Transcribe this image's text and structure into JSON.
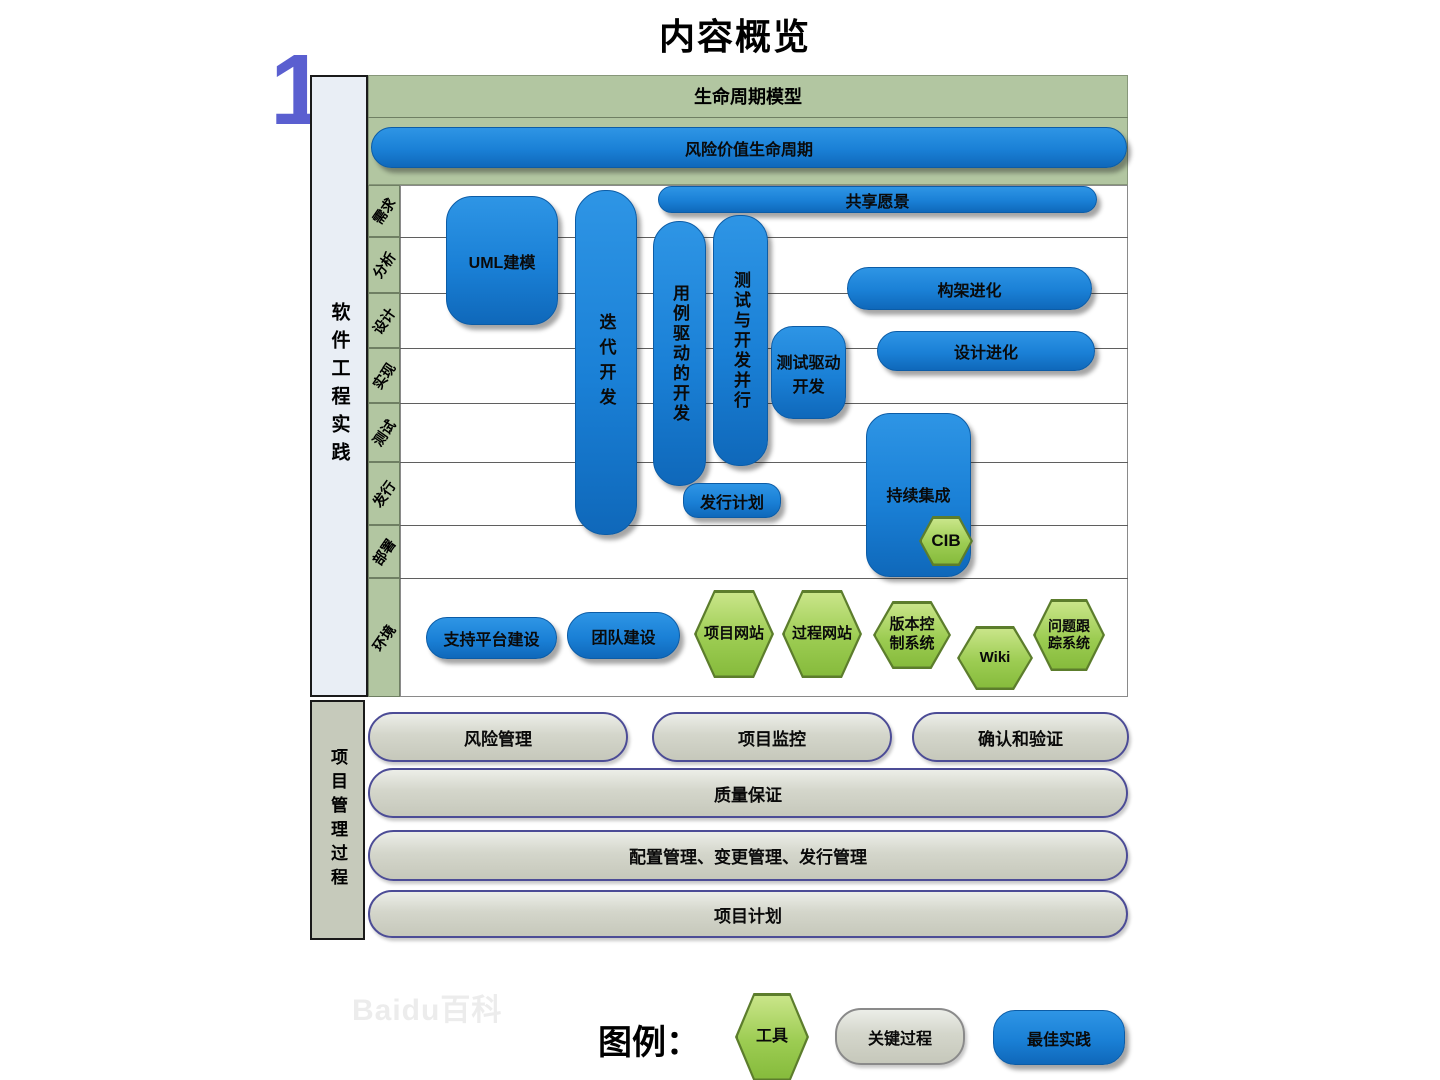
{
  "page": {
    "title": "内容概览",
    "slide_number": "1",
    "watermark": "Baidu百科"
  },
  "lifecycle": {
    "header": "生命周期模型",
    "risk_value_lifecycle": "风险价值生命周期"
  },
  "sidebar": {
    "engineering": "软件工程实践",
    "management": "项目管理过程"
  },
  "stages": [
    {
      "label": "需求"
    },
    {
      "label": "分析"
    },
    {
      "label": "设计"
    },
    {
      "label": "实现"
    },
    {
      "label": "测试"
    },
    {
      "label": "发行"
    },
    {
      "label": "部署"
    },
    {
      "label": "环境"
    }
  ],
  "practices": {
    "shared_vision": "共享愿景",
    "uml_modeling": "UML建模",
    "iterative_dev": "迭代开发",
    "use_case_driven_dev": "用例驱动的开发",
    "test_dev_parallel": "测试与开发并行",
    "test_driven_dev": "测试驱动\n开发",
    "architecture_evolution": "构架进化",
    "design_evolution": "设计进化",
    "release_plan": "发行计划",
    "continuous_integration": "持续集成",
    "cib": "CIB"
  },
  "environment": {
    "support_platform": "支持平台建设",
    "team_building": "团队建设",
    "project_site": "项目网站",
    "process_site": "过程网站",
    "version_control": "版本控\n制系统",
    "wiki": "Wiki",
    "issue_tracking": "问题跟\n踪系统"
  },
  "management": {
    "risk_management": "风险管理",
    "project_monitoring": "项目监控",
    "verification_validation": "确认和验证",
    "quality_assurance": "质量保证",
    "config_change_release": "配置管理、变更管理、发行管理",
    "project_plan": "项目计划"
  },
  "legend": {
    "label": "图例：",
    "tool": "工具",
    "key_process": "关键过程",
    "best_practice": "最佳实践"
  },
  "colors": {
    "best_practice_blue": "#1a80d6",
    "tool_green": "#9ccc52",
    "key_process_gray": "#d4d6cb",
    "band_green": "#b2c6a1",
    "accent_purple": "#5a5fd0"
  }
}
